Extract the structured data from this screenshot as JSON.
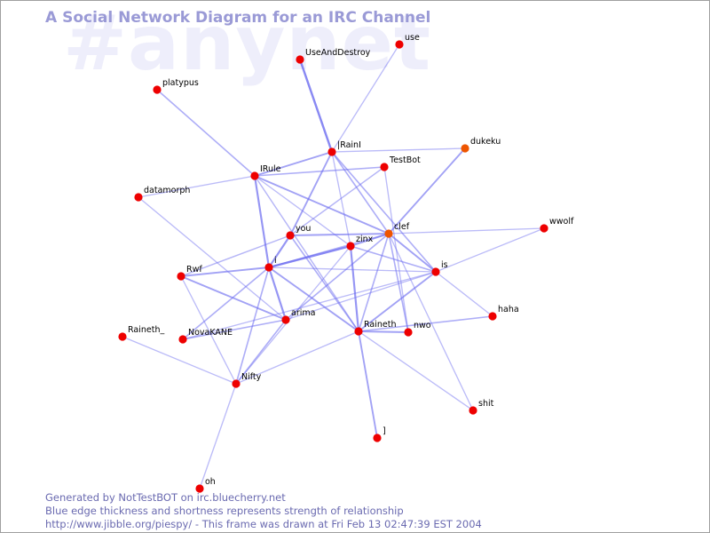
{
  "watermark": "#anynet",
  "title": "A Social Network Diagram for an IRC Channel",
  "footer": {
    "line1": "Generated by NotTestBOT on irc.bluecherry.net",
    "line2": "Blue edge thickness and shortness represents strength of relationship",
    "line3": "http://www.jibble.org/piespy/ - This frame was drawn at Fri Feb 13 02:47:39 EST 2004"
  },
  "colors": {
    "node": "#ee0000",
    "node_alt": "#ee5500",
    "edge": "#6e6ef0"
  },
  "nodes": [
    {
      "id": "use",
      "label": "use"
    },
    {
      "id": "UseAndDestroy",
      "label": "UseAndDestroy"
    },
    {
      "id": "platypus",
      "label": "platypus"
    },
    {
      "id": "IRainI",
      "label": "|RainI"
    },
    {
      "id": "dukeku",
      "label": "dukeku",
      "alt": true
    },
    {
      "id": "TestBot",
      "label": "TestBot"
    },
    {
      "id": "IRule",
      "label": "IRule"
    },
    {
      "id": "datamorph",
      "label": "datamorph"
    },
    {
      "id": "wwolf",
      "label": "wwolf"
    },
    {
      "id": "you",
      "label": "you"
    },
    {
      "id": "clef",
      "label": "clef",
      "alt": true
    },
    {
      "id": "zinx",
      "label": "zinx"
    },
    {
      "id": "i",
      "label": "i"
    },
    {
      "id": "is",
      "label": "is"
    },
    {
      "id": "Rwf",
      "label": "Rwf"
    },
    {
      "id": "haha",
      "label": "haha"
    },
    {
      "id": "arima",
      "label": "arima"
    },
    {
      "id": "Raineth_",
      "label": "Raineth_"
    },
    {
      "id": "NovaKANE",
      "label": "NovaKANE"
    },
    {
      "id": "Raineth",
      "label": "Raineth"
    },
    {
      "id": "nwo",
      "label": "nwo"
    },
    {
      "id": "Nifty",
      "label": "Nifty"
    },
    {
      "id": "shit",
      "label": "shit"
    },
    {
      "id": "bracket",
      "label": "]"
    },
    {
      "id": "oh",
      "label": "oh"
    }
  ],
  "edges": [
    {
      "a": "UseAndDestroy",
      "b": "IRainI",
      "w": 3
    },
    {
      "a": "use",
      "b": "IRainI",
      "w": 1
    },
    {
      "a": "platypus",
      "b": "IRule",
      "w": 1.5
    },
    {
      "a": "IRainI",
      "b": "IRule",
      "w": 2
    },
    {
      "a": "IRainI",
      "b": "dukeku",
      "w": 1
    },
    {
      "a": "IRainI",
      "b": "you",
      "w": 2
    },
    {
      "a": "IRainI",
      "b": "clef",
      "w": 1.5
    },
    {
      "a": "IRainI",
      "b": "is",
      "w": 1.5
    },
    {
      "a": "IRainI",
      "b": "zinx",
      "w": 1
    },
    {
      "a": "IRule",
      "b": "TestBot",
      "w": 1.5
    },
    {
      "a": "IRule",
      "b": "clef",
      "w": 2
    },
    {
      "a": "IRule",
      "b": "i",
      "w": 2.5
    },
    {
      "a": "IRule",
      "b": "zinx",
      "w": 1
    },
    {
      "a": "IRule",
      "b": "datamorph",
      "w": 1
    },
    {
      "a": "IRule",
      "b": "Raineth",
      "w": 1.2
    },
    {
      "a": "TestBot",
      "b": "you",
      "w": 1.2
    },
    {
      "a": "TestBot",
      "b": "nwo",
      "w": 1
    },
    {
      "a": "dukeku",
      "b": "clef",
      "w": 2
    },
    {
      "a": "datamorph",
      "b": "arima",
      "w": 1
    },
    {
      "a": "wwolf",
      "b": "clef",
      "w": 1
    },
    {
      "a": "wwolf",
      "b": "is",
      "w": 1
    },
    {
      "a": "you",
      "b": "clef",
      "w": 2
    },
    {
      "a": "you",
      "b": "i",
      "w": 2.5
    },
    {
      "a": "you",
      "b": "Raineth",
      "w": 1.5
    },
    {
      "a": "you",
      "b": "Rwf",
      "w": 1.2
    },
    {
      "a": "clef",
      "b": "zinx",
      "w": 2
    },
    {
      "a": "clef",
      "b": "is",
      "w": 2
    },
    {
      "a": "clef",
      "b": "Raineth",
      "w": 1.5
    },
    {
      "a": "clef",
      "b": "nwo",
      "w": 1.5
    },
    {
      "a": "clef",
      "b": "arima",
      "w": 1.5
    },
    {
      "a": "clef",
      "b": "shit",
      "w": 1
    },
    {
      "a": "clef",
      "b": "i",
      "w": 1.2
    },
    {
      "a": "zinx",
      "b": "i",
      "w": 3
    },
    {
      "a": "zinx",
      "b": "Raineth",
      "w": 2.5
    },
    {
      "a": "zinx",
      "b": "is",
      "w": 1.5
    },
    {
      "a": "zinx",
      "b": "Nifty",
      "w": 1
    },
    {
      "a": "i",
      "b": "Rwf",
      "w": 2
    },
    {
      "a": "i",
      "b": "arima",
      "w": 2.5
    },
    {
      "a": "i",
      "b": "Raineth",
      "w": 2
    },
    {
      "a": "i",
      "b": "NovaKANE",
      "w": 1.5
    },
    {
      "a": "i",
      "b": "Nifty",
      "w": 1.5
    },
    {
      "a": "i",
      "b": "is",
      "w": 1
    },
    {
      "a": "Rwf",
      "b": "arima",
      "w": 2
    },
    {
      "a": "Rwf",
      "b": "Nifty",
      "w": 1
    },
    {
      "a": "is",
      "b": "Raineth",
      "w": 2
    },
    {
      "a": "is",
      "b": "haha",
      "w": 1
    },
    {
      "a": "is",
      "b": "arima",
      "w": 1
    },
    {
      "a": "is",
      "b": "NovaKANE",
      "w": 1
    },
    {
      "a": "arima",
      "b": "NovaKANE",
      "w": 1.5
    },
    {
      "a": "arima",
      "b": "Nifty",
      "w": 1.5
    },
    {
      "a": "Raineth",
      "b": "nwo",
      "w": 2
    },
    {
      "a": "Raineth",
      "b": "haha",
      "w": 1.5
    },
    {
      "a": "Raineth",
      "b": "shit",
      "w": 1
    },
    {
      "a": "Raineth",
      "b": "bracket",
      "w": 2
    },
    {
      "a": "Raineth",
      "b": "Nifty",
      "w": 1
    },
    {
      "a": "Raineth_",
      "b": "Nifty",
      "w": 1
    },
    {
      "a": "Nifty",
      "b": "oh",
      "w": 1
    }
  ]
}
